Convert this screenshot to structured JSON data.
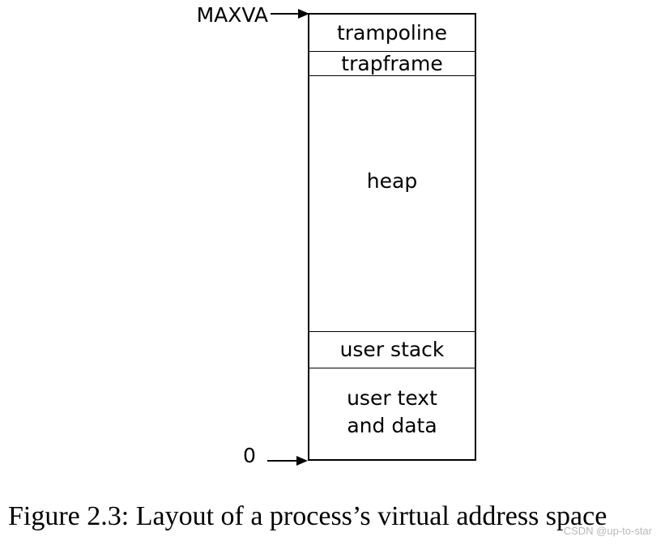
{
  "diagram": {
    "top_address": "MAXVA",
    "bottom_address": "0",
    "regions": [
      {
        "label": "trampoline"
      },
      {
        "label": "trapframe"
      },
      {
        "label": "heap"
      },
      {
        "label": "user stack"
      },
      {
        "label_line1": "user text",
        "label_line2": "and data"
      }
    ]
  },
  "caption": "Figure 2.3: Layout of a process’s virtual address space",
  "watermark": "CSDN @up-to-star"
}
